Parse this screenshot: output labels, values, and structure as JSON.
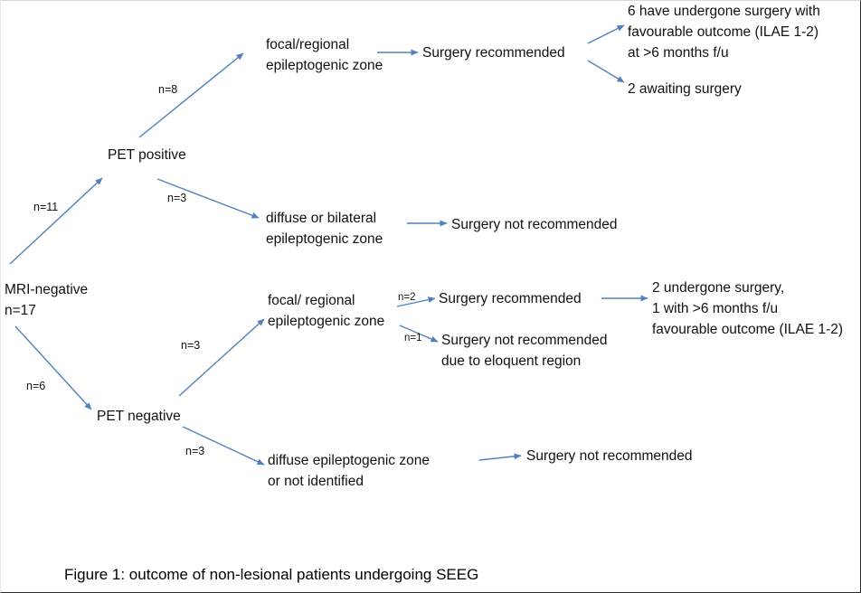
{
  "figure_caption": "Figure 1: outcome of non-lesional patients undergoing SEEG",
  "colors": {
    "arrow": "#4f81bd",
    "text": "#111111",
    "background": "#ffffff"
  },
  "nodes": {
    "mri_negative": "MRI-negative\nn=17",
    "pet_positive": "PET positive",
    "pet_negative": "PET negative",
    "focal_regional_pos": "focal/regional\nepileptogenic zone",
    "diffuse_bilateral": "diffuse or bilateral\nepileptogenic zone",
    "surgery_recommended_pos": "Surgery recommended",
    "outcome_undergone_pos": "6 have undergone surgery with\nfavourable outcome (ILAE 1-2)\nat >6 months f/u",
    "awaiting_surgery": "2 awaiting surgery",
    "surgery_not_recommended_pos": "Surgery not recommended",
    "focal_regional_neg": "focal/ regional\nepileptogenic zone",
    "surgery_recommended_neg": "Surgery recommended",
    "outcome_undergone_neg": "2 undergone surgery,\n1 with >6 months f/u\nfavourable outcome (ILAE 1-2)",
    "surgery_not_recommended_eloquent": "Surgery not recommended\ndue to eloquent region",
    "diffuse_not_identified": "diffuse epileptogenic zone\nor not identified",
    "surgery_not_recommended_neg": "Surgery not recommended"
  },
  "edge_labels": {
    "n11": "n=11",
    "n8": "n=8",
    "n3_pos_diffuse": "n=3",
    "n6": "n=6",
    "n3_neg_focal": "n=3",
    "n3_neg_diffuse": "n=3",
    "n2": "n=2",
    "n1": "n=1"
  },
  "edges": [
    {
      "from": "mri_negative",
      "to": "pet_positive",
      "label": "n=11"
    },
    {
      "from": "mri_negative",
      "to": "pet_negative",
      "label": "n=6"
    },
    {
      "from": "pet_positive",
      "to": "focal_regional_pos",
      "label": "n=8"
    },
    {
      "from": "pet_positive",
      "to": "diffuse_bilateral",
      "label": "n=3"
    },
    {
      "from": "focal_regional_pos",
      "to": "surgery_recommended_pos",
      "label": ""
    },
    {
      "from": "surgery_recommended_pos",
      "to": "outcome_undergone_pos",
      "label": ""
    },
    {
      "from": "surgery_recommended_pos",
      "to": "awaiting_surgery",
      "label": ""
    },
    {
      "from": "diffuse_bilateral",
      "to": "surgery_not_recommended_pos",
      "label": ""
    },
    {
      "from": "pet_negative",
      "to": "focal_regional_neg",
      "label": "n=3"
    },
    {
      "from": "pet_negative",
      "to": "diffuse_not_identified",
      "label": "n=3"
    },
    {
      "from": "focal_regional_neg",
      "to": "surgery_recommended_neg",
      "label": "n=2"
    },
    {
      "from": "focal_regional_neg",
      "to": "surgery_not_recommended_eloquent",
      "label": "n=1"
    },
    {
      "from": "surgery_recommended_neg",
      "to": "outcome_undergone_neg",
      "label": ""
    },
    {
      "from": "diffuse_not_identified",
      "to": "surgery_not_recommended_neg",
      "label": ""
    }
  ]
}
